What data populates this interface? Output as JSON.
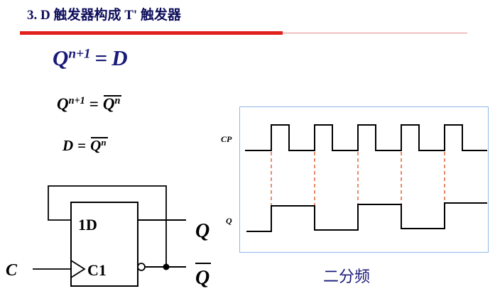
{
  "title": "3. D 触发器构成 T' 触发器",
  "equations": {
    "eq1": {
      "lhs": "Q",
      "sup": "n+1",
      "op": "=",
      "rhs": "D"
    },
    "eq2": {
      "lhs": "Q",
      "sup": "n+1",
      "op": "=",
      "rhs": "Q",
      "rhs_sup": "n"
    },
    "eq3": {
      "lhs": "D",
      "op": "=",
      "rhs": "Q",
      "rhs_sup": "n"
    }
  },
  "circuit": {
    "d_input": "1D",
    "clock_input": "C1",
    "clock_label": "C",
    "q_output": "Q",
    "qbar_output": "Q"
  },
  "waveform": {
    "cp_label": "CP",
    "q_label": "Q",
    "cp_pulses": 5
  },
  "caption": "二分频",
  "colors": {
    "title": "#0d0d5c",
    "accent_red": "#e0201a",
    "box_border": "#8fb8e8",
    "dashed": "#e04a1a"
  }
}
